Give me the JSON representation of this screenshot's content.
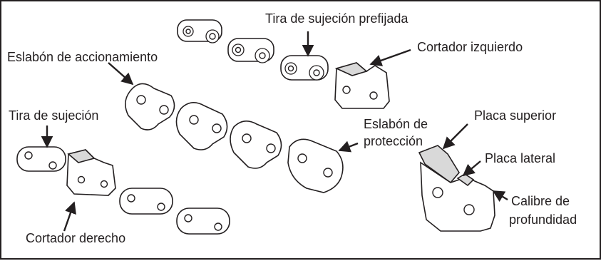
{
  "labels": {
    "tira_prefijada": "Tira de sujeción prefijada",
    "cortador_izquierdo": "Cortador izquierdo",
    "eslabon_accionamiento": "Eslabón de accionamiento",
    "tira_sujecion": "Tira de sujeción",
    "eslabon_proteccion_1": "Eslabón de",
    "eslabon_proteccion_2": "protección",
    "placa_superior": "Placa superior",
    "placa_lateral": "Placa lateral",
    "calibre_1": "Calibre de",
    "calibre_2": "profundidad",
    "cortador_derecho": "Cortador derecho"
  },
  "colors": {
    "ink": "#231f20",
    "background": "#ffffff",
    "shade": "#d9d9d9"
  }
}
